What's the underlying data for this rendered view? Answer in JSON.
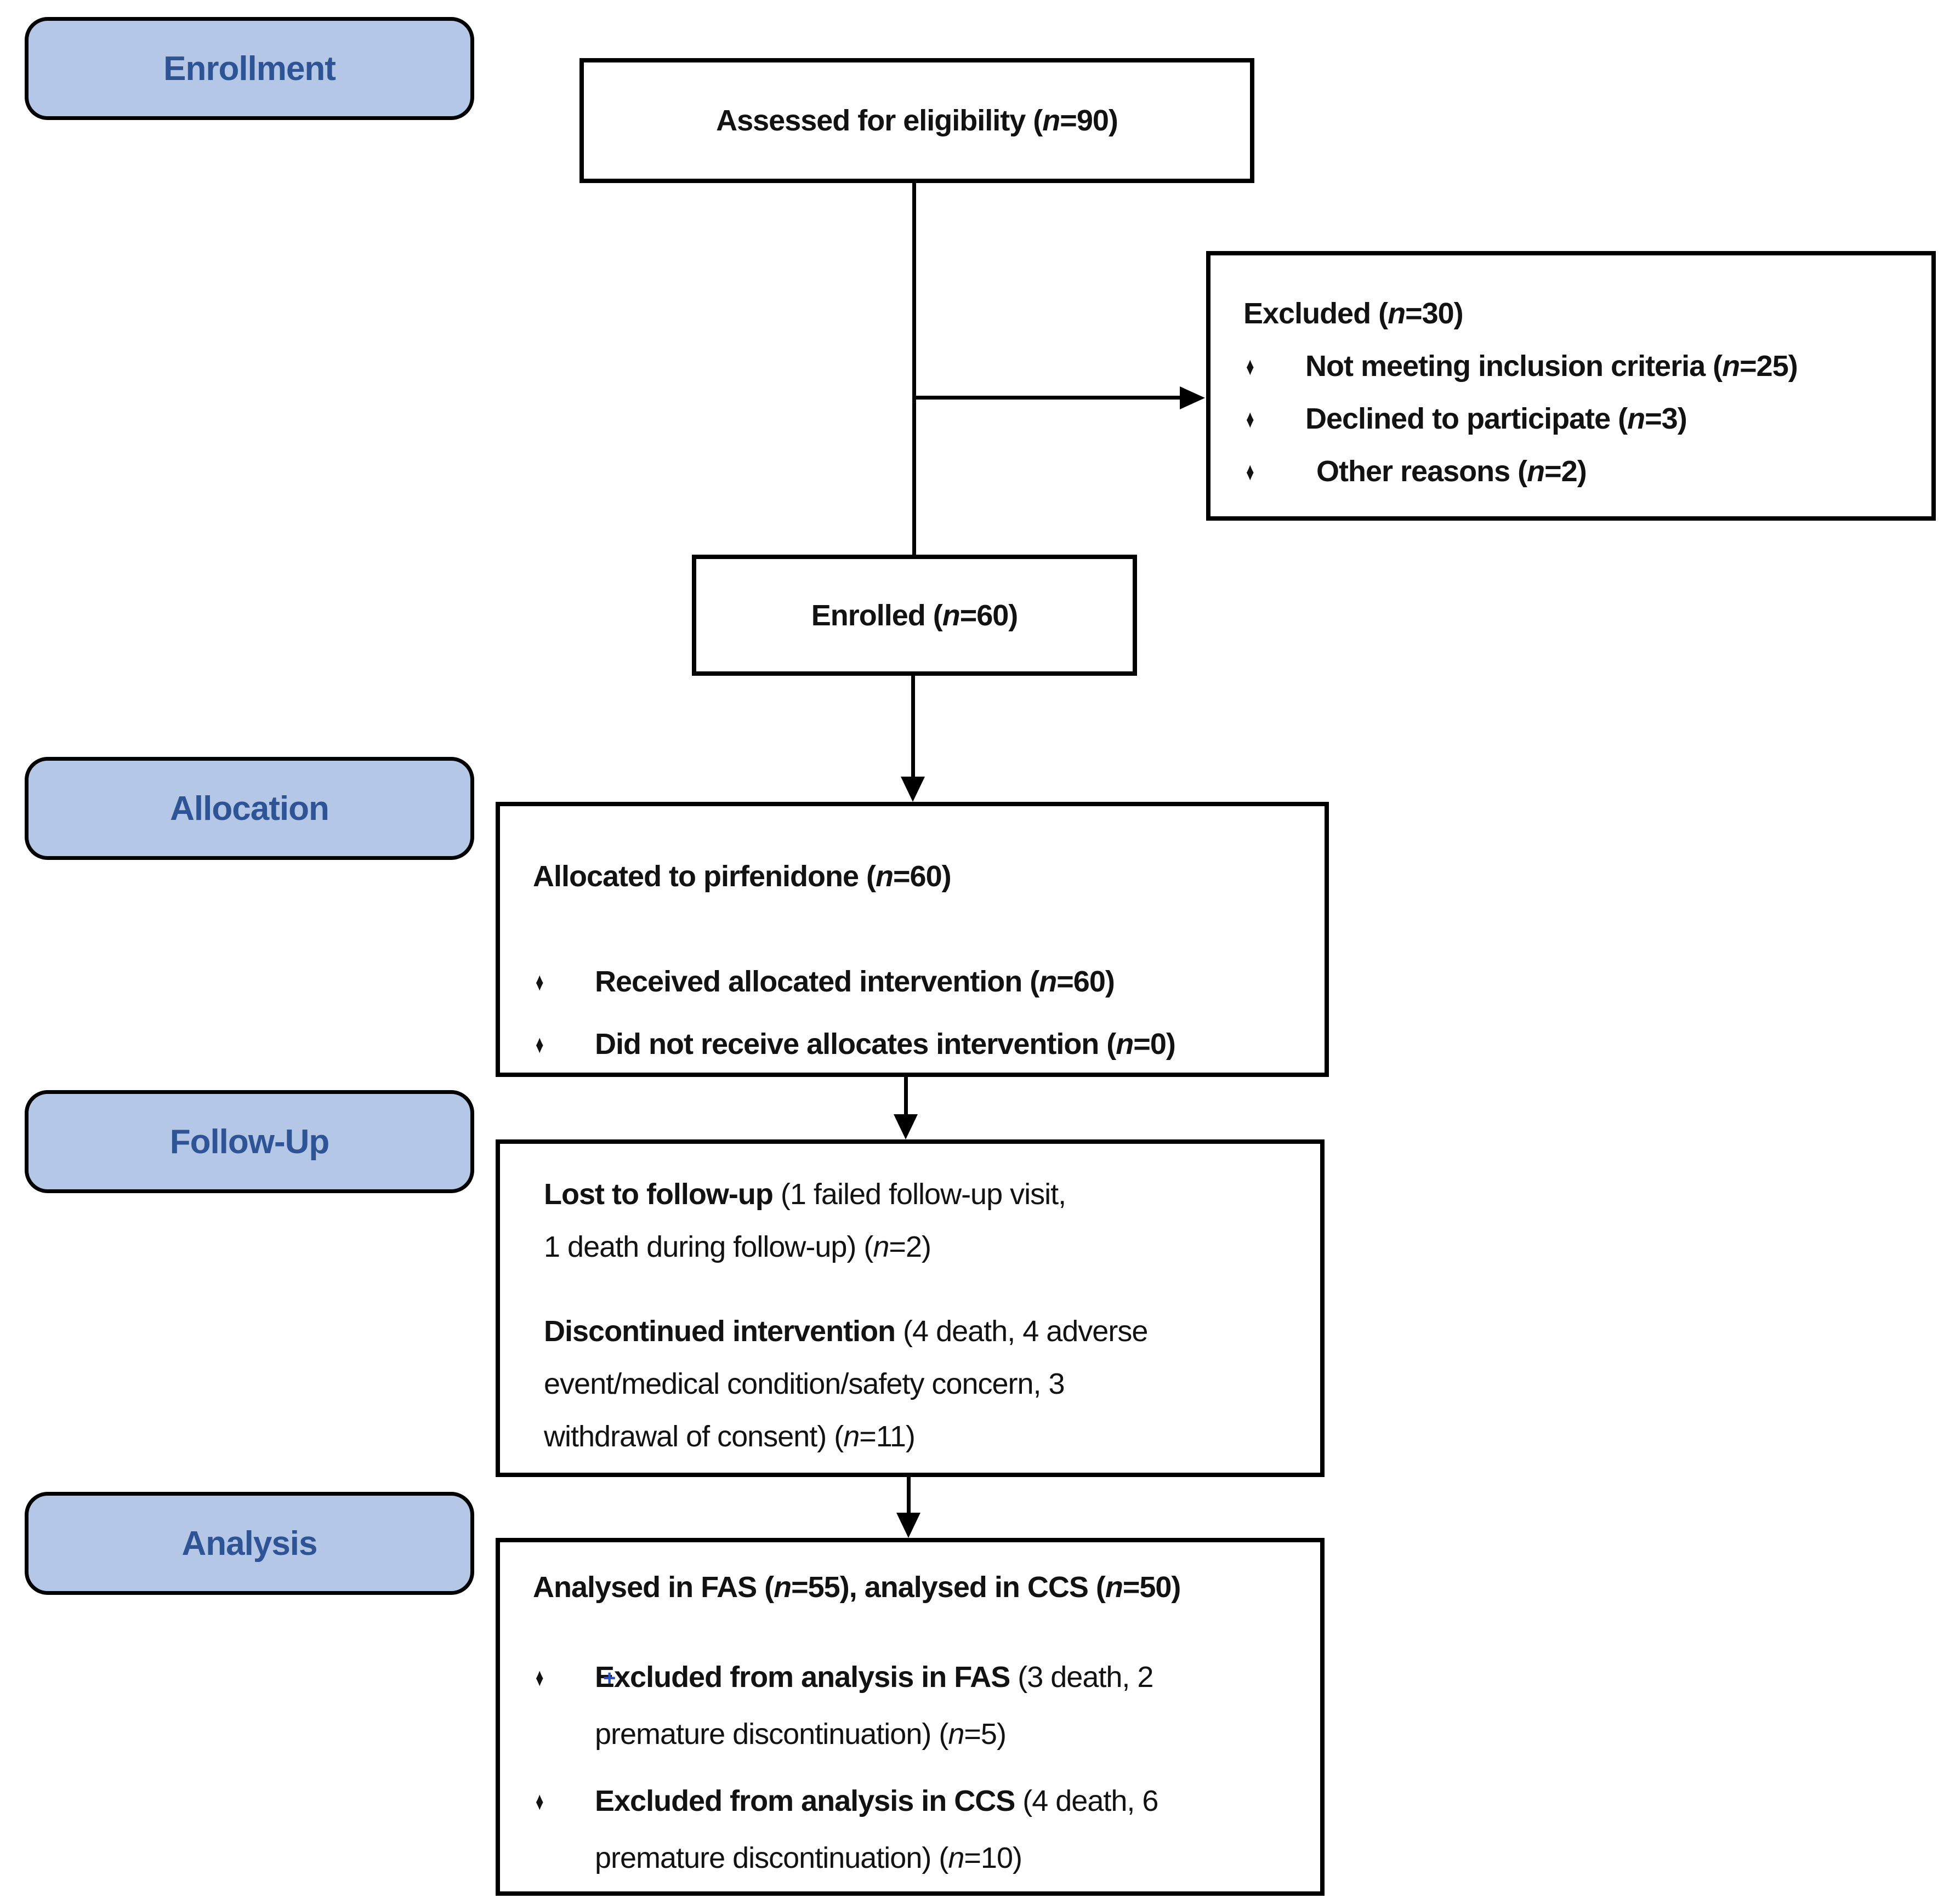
{
  "palette": {
    "pill_fill": "#b4c7e7",
    "pill_text": "#2e5496",
    "border": "#000000",
    "artifact_blue": "#2d52c8"
  },
  "bullet_glyph": "♦",
  "stages": [
    {
      "label": "Enrollment"
    },
    {
      "label": "Allocation"
    },
    {
      "label": "Follow-Up"
    },
    {
      "label": "Analysis"
    }
  ],
  "boxes": {
    "assessed": {
      "line": [
        [
          "Assessed for eligibility (",
          "b"
        ],
        [
          "n",
          "bi"
        ],
        [
          "=90)",
          "b"
        ]
      ]
    },
    "excluded": {
      "title": [
        [
          "Excluded (",
          "b"
        ],
        [
          "n",
          "bi"
        ],
        [
          "=30)",
          "b"
        ]
      ],
      "bullets": [
        [
          [
            "Not meeting inclusion criteria (",
            "b"
          ],
          [
            "n",
            "bi"
          ],
          [
            "=25)",
            "b"
          ]
        ],
        [
          [
            "Declined to participate (",
            "b"
          ],
          [
            "n",
            "bi"
          ],
          [
            "=3)",
            "b"
          ]
        ],
        [
          [
            "Other reasons (",
            "b"
          ],
          [
            "n",
            "bi"
          ],
          [
            "=2)",
            "b"
          ]
        ]
      ]
    },
    "enrolled": {
      "line": [
        [
          "Enrolled (",
          "b"
        ],
        [
          "n",
          "bi"
        ],
        [
          "=60)",
          "b"
        ]
      ]
    },
    "allocated": {
      "title": [
        [
          "Allocated to pirfenidone (",
          "b"
        ],
        [
          "n",
          "bi"
        ],
        [
          "=60)",
          "b"
        ]
      ],
      "bullets": [
        [
          [
            "Received allocated intervention (",
            "b"
          ],
          [
            "n",
            "bi"
          ],
          [
            "=60)",
            "b"
          ]
        ],
        [
          [
            "Did not receive allocates intervention (",
            "b"
          ],
          [
            "n",
            "bi"
          ],
          [
            "=0)",
            "b"
          ]
        ]
      ]
    },
    "lost": {
      "para1": [
        [
          [
            "Lost to follow-up ",
            "b"
          ],
          [
            "(1 failed follow-up visit,",
            ""
          ]
        ],
        [
          [
            "1 death during follow-up) (",
            ""
          ],
          [
            "n",
            "i"
          ],
          [
            "=2)",
            ""
          ]
        ]
      ],
      "para2": [
        [
          [
            "Discontinued intervention ",
            "b"
          ],
          [
            "(4 death, 4 adverse",
            ""
          ]
        ],
        [
          [
            "event/medical condition/safety concern, 3",
            ""
          ]
        ],
        [
          [
            "withdrawal of consent) (",
            ""
          ],
          [
            "n",
            "i"
          ],
          [
            "=11)",
            ""
          ]
        ]
      ]
    },
    "analysed": {
      "title": [
        [
          "Analysed in FAS (",
          "b"
        ],
        [
          "n",
          "bi"
        ],
        [
          "=55), analysed in CCS (",
          "b"
        ],
        [
          "n",
          "bi"
        ],
        [
          "=50)",
          "b"
        ]
      ],
      "bullet1": [
        [
          [
            "Excluded from analysis in FAS ",
            "b"
          ],
          [
            "(3 death, 2",
            ""
          ]
        ],
        [
          [
            "premature discontinuation) (",
            ""
          ],
          [
            "n",
            "i"
          ],
          [
            "=5)",
            ""
          ]
        ]
      ],
      "bullet2": [
        [
          [
            "Excluded from analysis in CCS ",
            "b"
          ],
          [
            "(4 death, 6",
            ""
          ]
        ],
        [
          [
            "premature discontinuation) (",
            ""
          ],
          [
            "n",
            "i"
          ],
          [
            "=10)",
            ""
          ]
        ]
      ],
      "artifact": "+"
    }
  }
}
